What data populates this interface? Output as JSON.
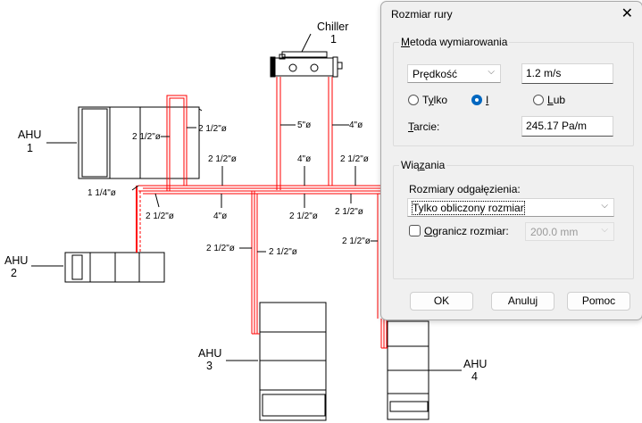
{
  "drawing": {
    "equipment": [
      {
        "name": "Chiller",
        "number": "1"
      },
      {
        "name": "AHU",
        "number": "1"
      },
      {
        "name": "AHU",
        "number": "2"
      },
      {
        "name": "AHU",
        "number": "3"
      },
      {
        "name": "AHU",
        "number": "4"
      }
    ],
    "pipe_labels": {
      "chiller_supply": "5\"ø",
      "chiller_return": "4\"ø",
      "ahu1_left_riser": "2 1/2\"ø",
      "ahu1_right_riser": "2 1/2\"ø",
      "main_top_left": "2 1/2\"ø",
      "main_top_mid": "4\"ø",
      "main_top_right": "2 1/2\"ø",
      "main_bottom_left": "2 1/2\"ø",
      "main_bottom_mid": "4\"ø",
      "main_bottom_mid2": "2 1/2\"ø",
      "main_bottom_right": "2 1/2\"ø",
      "branch_ahu2": "1 1/4\"ø",
      "ahu3_left": "2 1/2\"ø",
      "ahu3_right": "2 1/2\"ø",
      "ahu4_riser": "2 1/2\"ø"
    },
    "colors": {
      "pipe": "#ff0000",
      "line": "#000000"
    }
  },
  "dialog": {
    "title": "Rozmiar rury",
    "close_icon": "close-icon",
    "method_group": {
      "legend_underline": "M",
      "legend_rest": "etoda wymiarowania",
      "method_select": "Prędkość",
      "velocity_value": "1.2 m/s",
      "radios": [
        {
          "pre": "T",
          "ul": "y",
          "post": "lko",
          "selected": false
        },
        {
          "pre": "",
          "ul": "I",
          "post": "",
          "selected": true
        },
        {
          "pre": "",
          "ul": "L",
          "post": "ub",
          "selected": false
        }
      ],
      "friction_label_ul": "T",
      "friction_label_rest": "arcie:",
      "friction_value": "245.17 Pa/m"
    },
    "constraints_group": {
      "legend_pre": "Wią",
      "legend_ul": "z",
      "legend_post": "ania",
      "branch_label": "Rozmiary odgałęzienia:",
      "branch_select": "Tylko obliczony rozmiar",
      "limit_checkbox_ul": "O",
      "limit_checkbox_rest": "granicz rozmiar:",
      "limit_checked": false,
      "limit_select": "200.0 mm"
    },
    "buttons": {
      "ok": "OK",
      "cancel": "Anuluj",
      "help": "Pomoc"
    },
    "accent": "#0067c0"
  }
}
